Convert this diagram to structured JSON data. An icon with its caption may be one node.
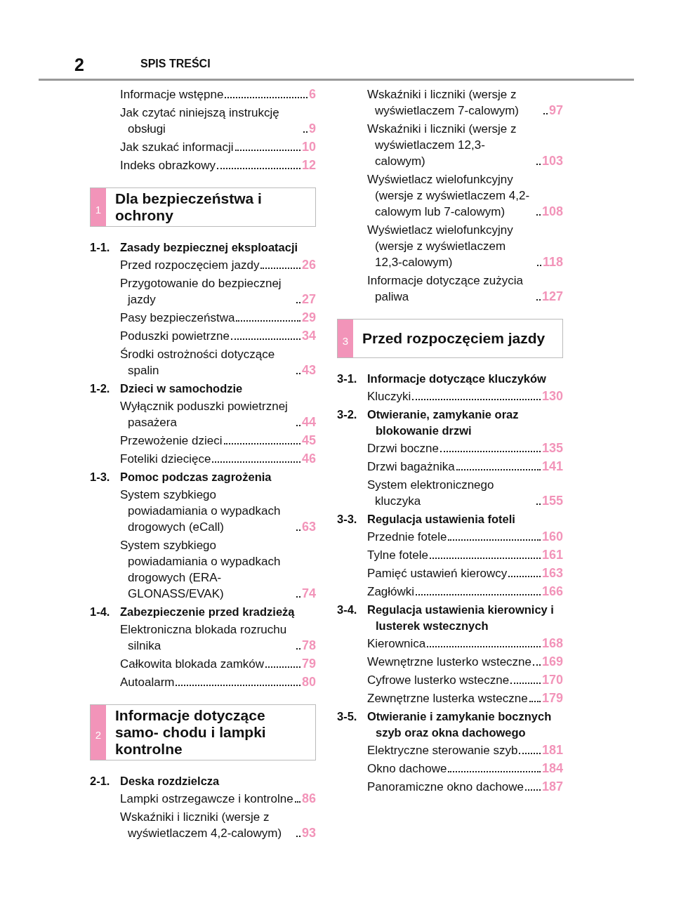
{
  "diagram": {
    "nodes": [
      {
        "text": [
          "1",
          "Dla bezpieczeństwa i ochrony"
        ]
      },
      {
        "text": [
          "2",
          "Informacje dotyczące samo- chodu i lampki kontrolne"
        ]
      },
      {
        "text": [
          "3",
          "Przed rozpoczęciem jazdy"
        ]
      }
    ],
    "labels": [
      "2",
      "SPIS TREŚCI",
      "Informacje wstępne",
      "6",
      "Jak czytać niniejszą instrukcję obsługi",
      "9",
      "Jak szukać informacji",
      "10",
      "Indeks obrazkowy",
      "12",
      "1-1.",
      "Zasady bezpiecznej eksploatacji",
      "Przed rozpoczęciem jazdy",
      "26",
      "Przygotowanie do bezpiecznej jazdy",
      "27",
      "Pasy bezpieczeństwa",
      "29",
      "Poduszki powietrzne",
      "34",
      "Środki ostrożności dotyczące spalin",
      "43",
      "1-2.",
      "Dzieci w samochodzie",
      "Wyłącznik poduszki powietrznej pasażera",
      "44",
      "Przewożenie dzieci",
      "45",
      "Foteliki dziecięce",
      "46",
      "1-3.",
      "Pomoc podczas zagrożenia",
      "System szybkiego powiadamiania o wypadkach drogowych (eCall)",
      "63",
      "System szybkiego powiadamiania o wypadkach drogowych (ERA-GLONASS/EVAK)",
      "74",
      "1-4.",
      "Zabezpieczenie przed kradzieżą",
      "Elektroniczna blokada rozruchu silnika",
      "78",
      "Całkowita blokada zamków",
      "79",
      "Autoalarm",
      "80",
      "2-1.",
      "Deska rozdzielcza",
      "Lampki ostrzegawcze i kontrolne",
      "86",
      "Wskaźniki i liczniki (wersje z wyświetlaczem 4,2-calowym)",
      "93",
      "Wskaźniki i liczniki (wersje z wyświetlaczem 7-calowym)",
      "97",
      "Wskaźniki i liczniki (wersje z wyświetlaczem 12,3-calowym)",
      "103",
      "Wyświetlacz wielofunkcyjny (wersje z wyświetlaczem 4,2-calowym lub 7-calowym)",
      "108",
      "Wyświetlacz wielofunkcyjny (wersje z wyświetlaczem 12,3-calowym)",
      "118",
      "Informacje dotyczące zużycia paliwa",
      "127",
      "3-1.",
      "Informacje dotyczące kluczyków",
      "Kluczyki",
      "130",
      "3-2.",
      "Otwieranie, zamykanie oraz blokowanie drzwi",
      "Drzwi boczne",
      "135",
      "Drzwi bagażnika",
      "141",
      "System elektronicznego kluczyka",
      "155",
      "3-3.",
      "Regulacja ustawienia foteli",
      "Przednie fotele",
      "160",
      "Tylne fotele",
      "161",
      "Pamięć ustawień kierowcy",
      "163",
      "Zagłówki",
      "166",
      "3-4.",
      "Regulacja ustawienia kierownicy i lusterek wstecznych",
      "Kierownica",
      "168",
      "Wewnętrzne lusterko wsteczne",
      "169",
      "Cyfrowe lusterko wsteczne",
      "170",
      "Zewnętrzne lusterka wsteczne",
      "179",
      "3-5.",
      "Otwieranie i zamykanie bocznych szyb oraz okna dachowego",
      "Elektryczne sterowanie szyb",
      "181",
      "Okno dachowe",
      "184",
      "Panoramiczne okno dachowe",
      "187"
    ]
  }
}
